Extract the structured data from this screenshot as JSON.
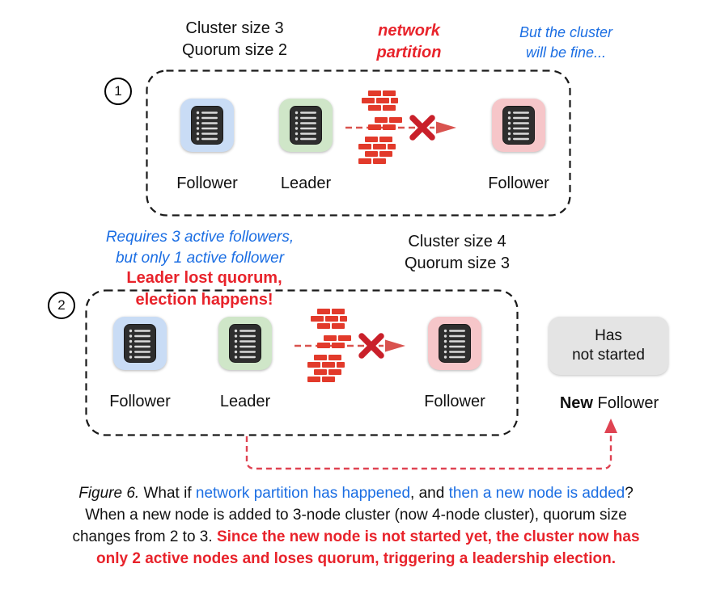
{
  "figure": {
    "panel1": {
      "badge": "1",
      "cluster_info": "Cluster size 3\nQuorum size 2",
      "partition_label": "network\npartition",
      "side_note": "But the cluster\nwill be fine...",
      "nodes": [
        {
          "role": "Follower"
        },
        {
          "role": "Leader"
        },
        {
          "role": "Follower"
        }
      ]
    },
    "panel2": {
      "badge": "2",
      "followers_note": "Requires 3 active followers,\nbut only 1 active follower",
      "quorum_note": "Leader lost quorum,\nelection happens!",
      "cluster_info": "Cluster size 4\nQuorum size 3",
      "nodes": [
        {
          "role": "Follower"
        },
        {
          "role": "Leader"
        },
        {
          "role": "Follower"
        }
      ],
      "new_node": {
        "status": "Has\nnot started",
        "label_emphasis": "New",
        "label_rest": " Follower"
      }
    },
    "caption": {
      "figure_label": "Figure 6.",
      "intro": " What if ",
      "blue1": "network partition has happened",
      "mid": ", and ",
      "blue2": "then a new node is added",
      "question": "?",
      "line2": "When a new node is added to 3-node cluster (now 4-node cluster), quorum size",
      "line3_black": "changes from 2 to 3. ",
      "line3_red": "Since the new node is not started yet, the cluster now has",
      "line4_red": "only 2 active nodes and loses quorum, triggering a leadership election."
    },
    "icons": {
      "server": "server-log-icon",
      "partition": "brick-wall-icon",
      "blocked": "red-x-icon",
      "flow": "dashed-arrow-icon",
      "new_node_arrow": "curved-dashed-arrow-icon"
    },
    "colors": {
      "blue_text": "#1b6ee3",
      "red_text": "#e8232b",
      "brick_red": "#e23a2b",
      "dashed_arrow_red": "#d9534f",
      "node_blue_bg": "#c9dcf5",
      "node_green_bg": "#cfe6c8",
      "node_pink_bg": "#f6c6c9",
      "status_gray_bg": "#e4e4e4"
    }
  }
}
